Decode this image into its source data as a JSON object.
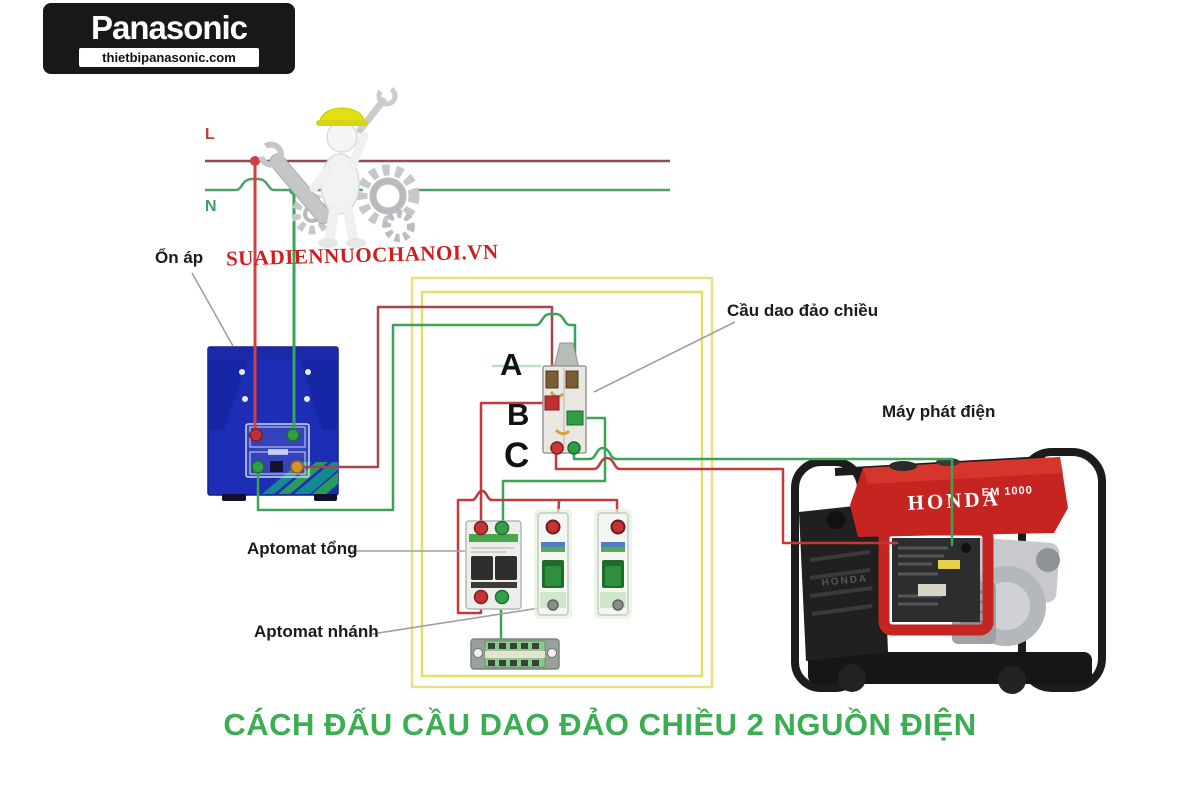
{
  "logo": {
    "brand": "Panasonic",
    "site": "thietbipanasonic.com"
  },
  "watermark": "SUADIENNUOCHANOI.VN",
  "power_lines": {
    "live": "L",
    "neutral": "N"
  },
  "labels": {
    "stabilizer": "Ổn áp",
    "changeover_switch": "Cầu dao đảo chiều",
    "generator": "Máy phát điện",
    "main_breaker": "Aptomat tổng",
    "branch_breaker": "Aptomat nhánh"
  },
  "switch_points": {
    "a": "A",
    "b": "B",
    "c": "C"
  },
  "generator": {
    "brand": "HONDA",
    "model": "EM 1000"
  },
  "title": "CÁCH ĐẤU CẦU DAO ĐẢO CHIỀU 2 NGUỒN ĐIỆN",
  "colors": {
    "wire_red": "#c13a3e",
    "wire_red_dark": "#a3474c",
    "line_red": "#8f4a52",
    "wire_green": "#3aa457",
    "line_green": "#4ba06b",
    "border_yellow": "#eadf82",
    "title_green": "#3bad52",
    "watermark_red": "#cc1f1f",
    "stabilizer_blue": "#1e2db5"
  }
}
